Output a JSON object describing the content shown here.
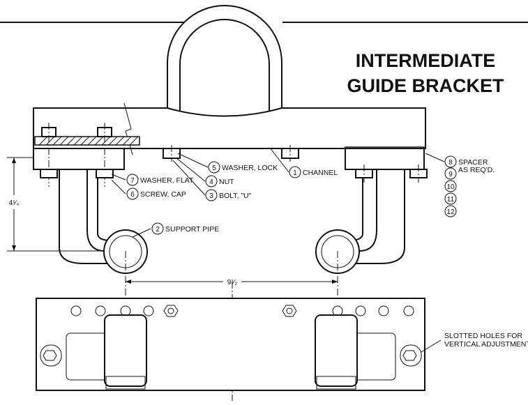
{
  "title_lines": [
    "INTERMEDIATE",
    "GUIDE BRACKET"
  ],
  "callouts": [
    {
      "num": "1",
      "label": "CHANNEL"
    },
    {
      "num": "2",
      "label": "SUPPORT PIPE"
    },
    {
      "num": "3",
      "label": "BOLT, \"U\""
    },
    {
      "num": "4",
      "label": "NUT"
    },
    {
      "num": "5",
      "label": "WASHER, LOCK"
    },
    {
      "num": "6",
      "label": "SCREW, CAP"
    },
    {
      "num": "7",
      "label": "WASHER, FLAT"
    },
    {
      "num": "8",
      "label": "SPACER"
    },
    {
      "num": "9",
      "label": "AS REQ'D."
    },
    {
      "num": "10",
      "label": ""
    },
    {
      "num": "11",
      "label": ""
    },
    {
      "num": "12",
      "label": ""
    }
  ],
  "dimensions": {
    "height": "4¹⁄₄",
    "width": "9¹⁄₂"
  },
  "note": [
    "SLOTTED HOLES FOR",
    "VERTICAL ADJUSTMENT"
  ]
}
